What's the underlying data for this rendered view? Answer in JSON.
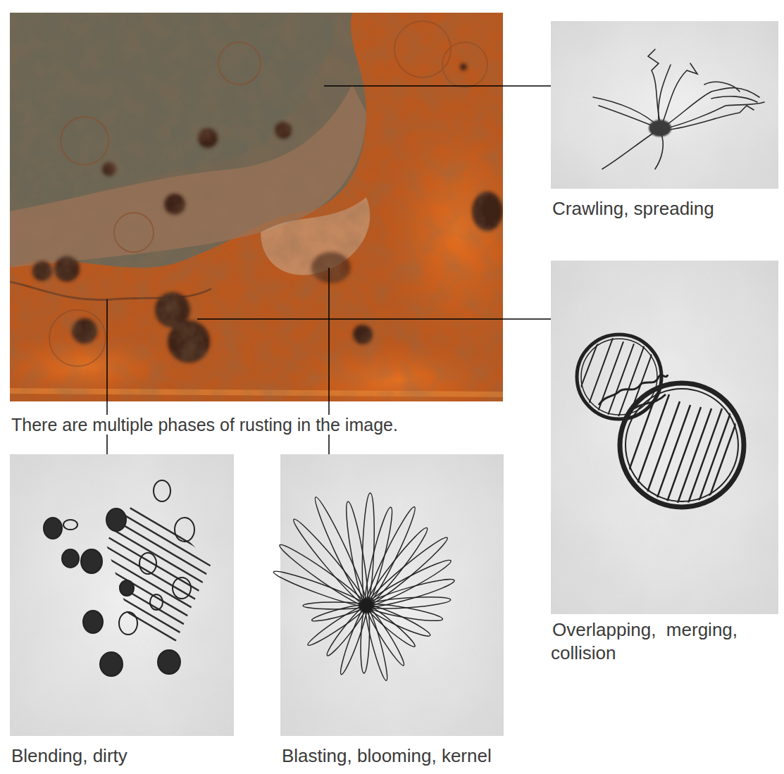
{
  "diagram": {
    "nodes": [
      {
        "text": [
          "There are multiple phases of rusting in the image."
        ]
      },
      {
        "text": [
          "Crawling, spreading"
        ]
      },
      {
        "text": [
          "Overlapping,  merging, collision"
        ]
      },
      {
        "text": [
          "Blending, dirty"
        ]
      },
      {
        "text": [
          "Blasting, blooming, kernel"
        ]
      }
    ],
    "edges": [
      {
        "from": 0,
        "to": 1,
        "arrow": "none"
      },
      {
        "from": 0,
        "to": 2,
        "arrow": "none"
      },
      {
        "from": 0,
        "to": 3,
        "arrow": "none"
      },
      {
        "from": 0,
        "to": 4,
        "arrow": "none"
      }
    ]
  }
}
